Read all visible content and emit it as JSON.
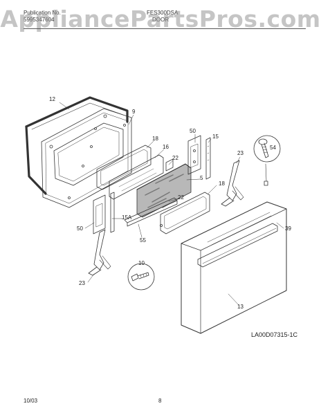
{
  "header": {
    "publication_label": "Publication No.",
    "publication_number": "5995347604",
    "model": "FES300DSA",
    "section": "DOOR"
  },
  "watermark": "AppliancePartsPros.com",
  "diagram": {
    "callouts": [
      "12",
      "9",
      "18",
      "16",
      "22",
      "5",
      "50",
      "15",
      "23",
      "54",
      "18",
      "22",
      "15A",
      "50",
      "55",
      "39",
      "10",
      "23",
      "13"
    ]
  },
  "diagram_code": "LA00D07315-1C",
  "footer": {
    "date": "10/03",
    "page": "8"
  }
}
